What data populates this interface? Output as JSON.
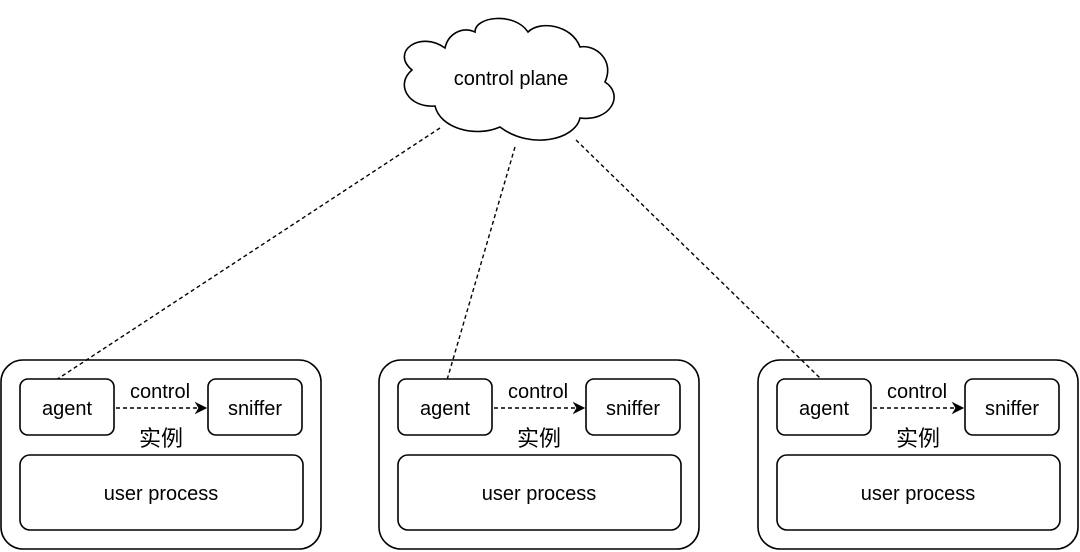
{
  "cloud": {
    "label": "control plane"
  },
  "instances": [
    {
      "label": "实例",
      "agent": "agent",
      "sniffer": "sniffer",
      "arrow_label": "control",
      "process": "user process"
    },
    {
      "label": "实例",
      "agent": "agent",
      "sniffer": "sniffer",
      "arrow_label": "control",
      "process": "user process"
    },
    {
      "label": "实例",
      "agent": "agent",
      "sniffer": "sniffer",
      "arrow_label": "control",
      "process": "user process"
    }
  ],
  "colors": {
    "stroke": "#000000",
    "background": "#ffffff"
  }
}
